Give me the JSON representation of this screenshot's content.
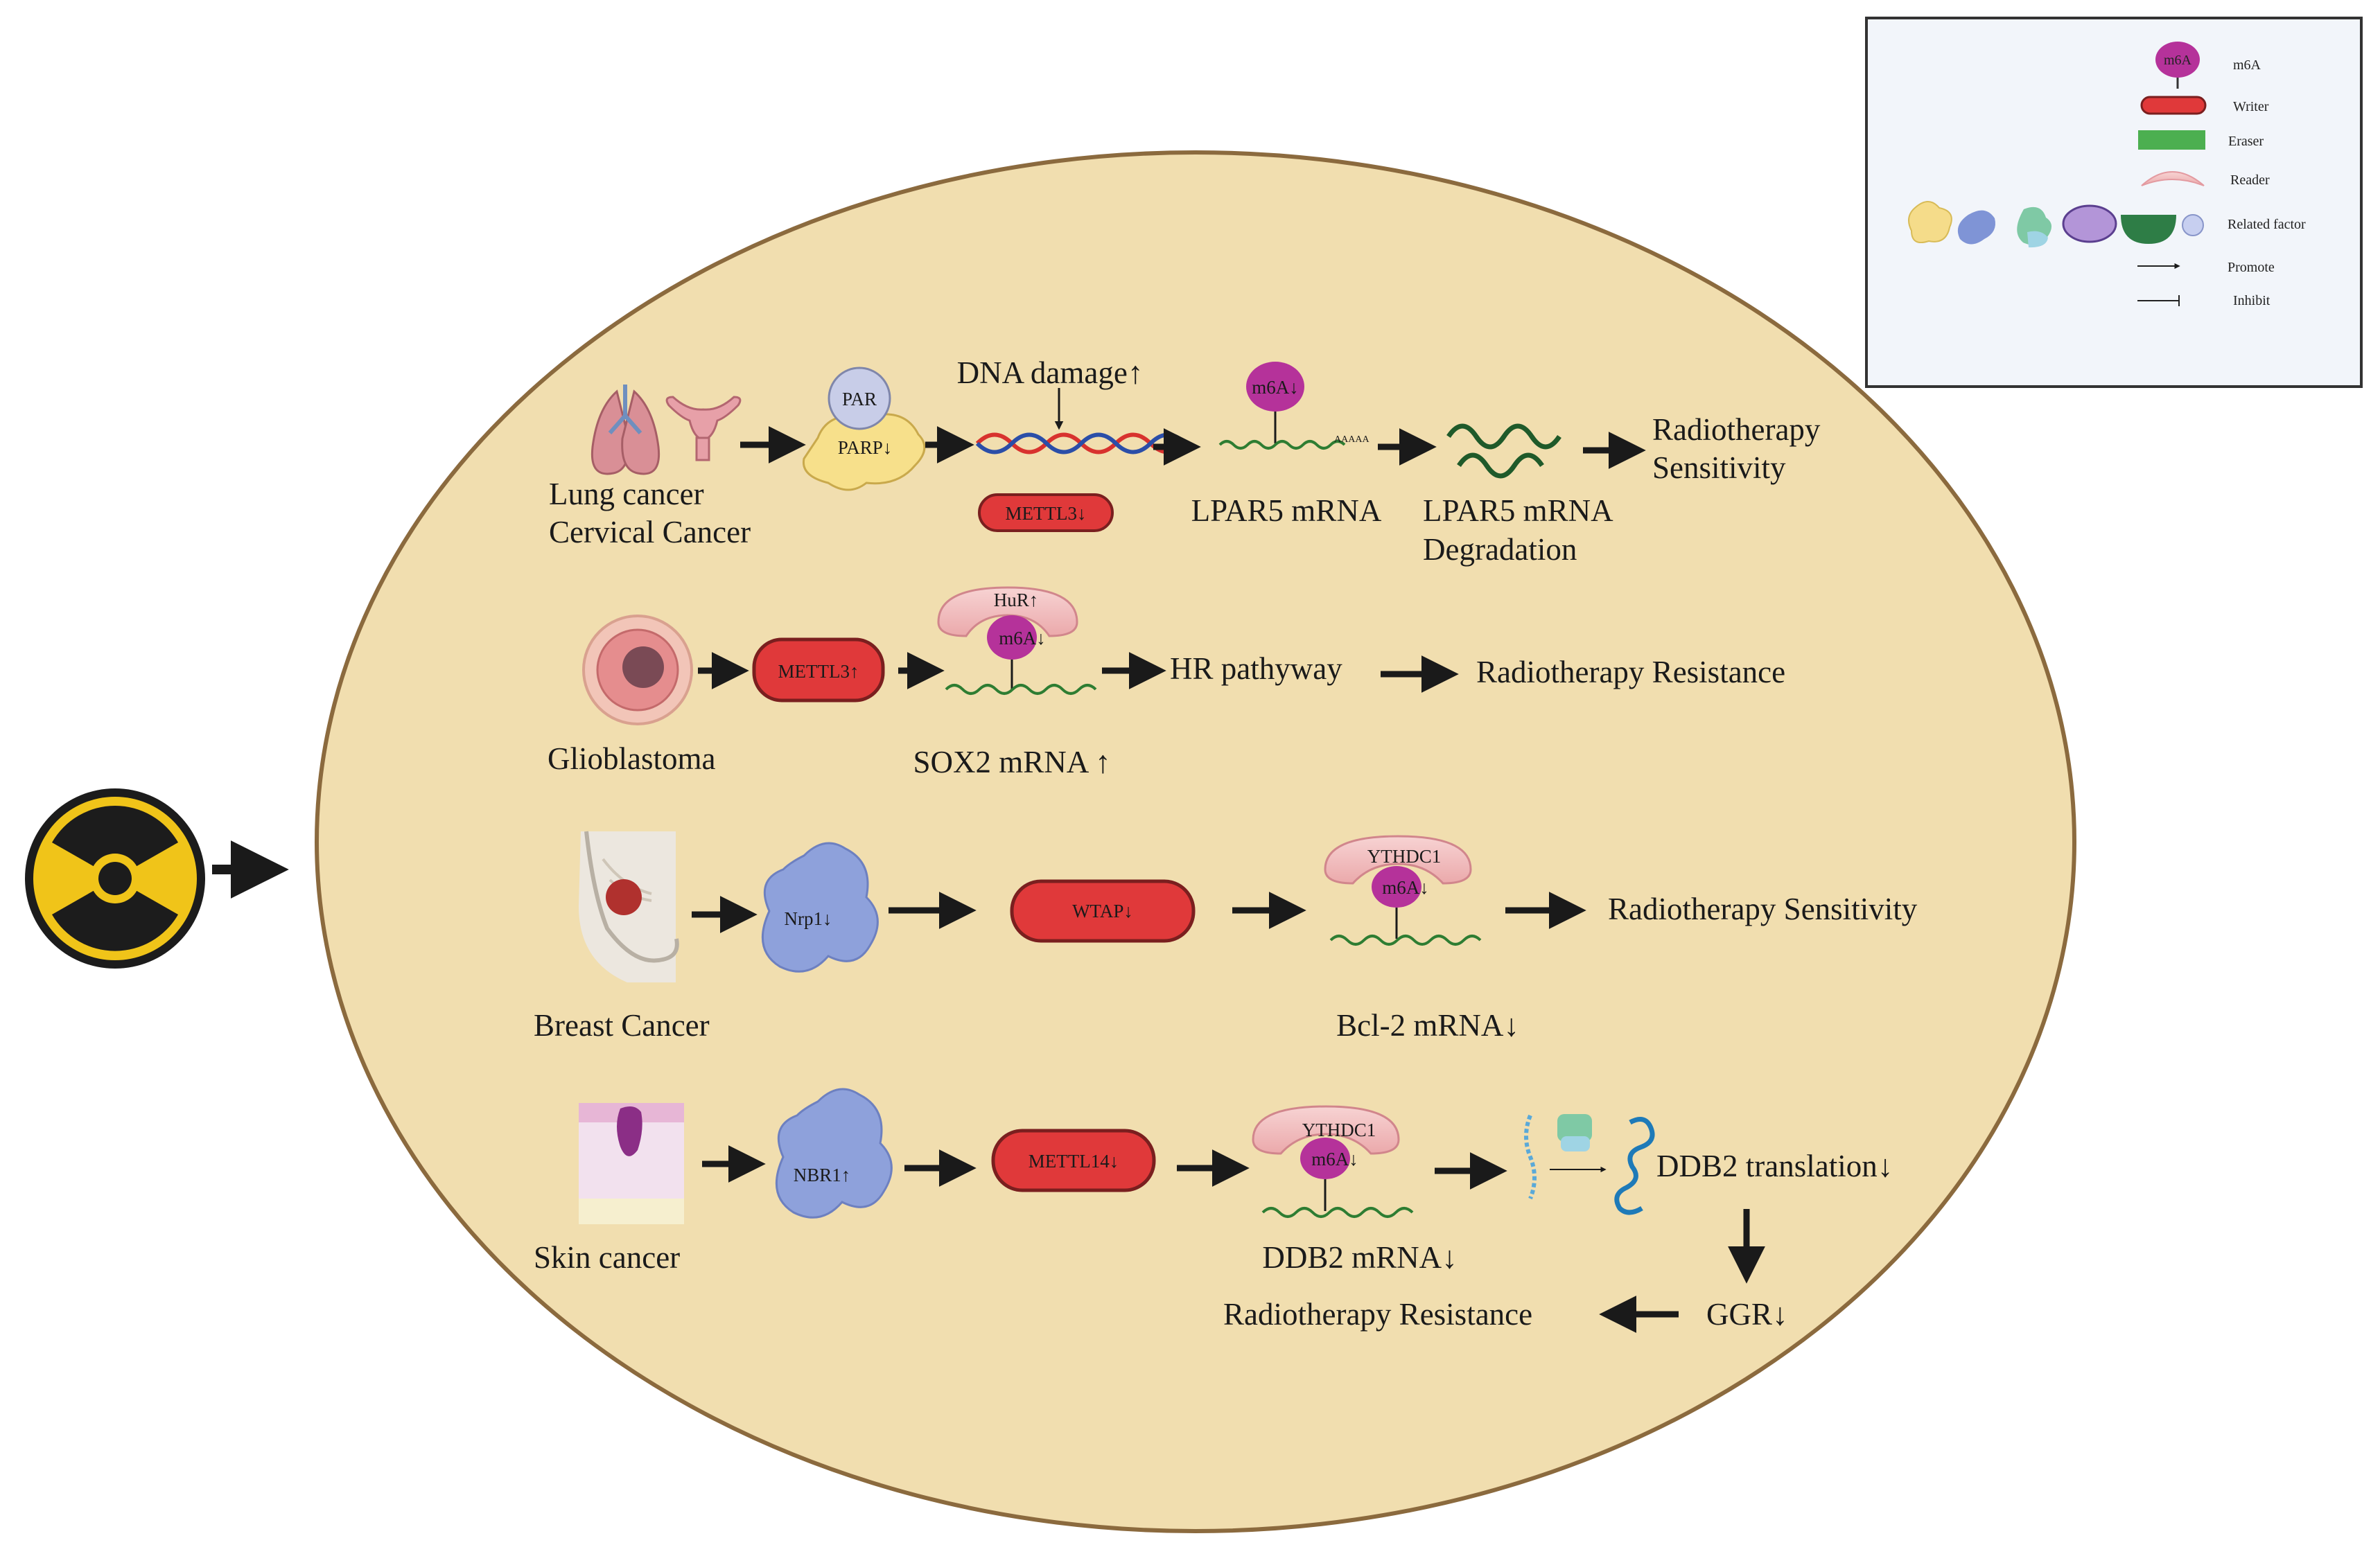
{
  "legend": {
    "items": [
      {
        "key": "m6a",
        "label": "m6A",
        "symbol_text": "m6A"
      },
      {
        "key": "writer",
        "label": "Writer"
      },
      {
        "key": "eraser",
        "label": "Eraser"
      },
      {
        "key": "reader",
        "label": "Reader"
      },
      {
        "key": "related",
        "label": "Related factor"
      },
      {
        "key": "promote",
        "label": "Promote"
      },
      {
        "key": "inhibit",
        "label": "Inhibit"
      }
    ]
  },
  "colors": {
    "cell_fill": "#f1deaf",
    "cell_border": "#8b6a3e",
    "writer": "#e0393a",
    "eraser": "#4caf50",
    "reader": "#f3c4c4",
    "m6a": "#b5329a",
    "mrna": "#2e7d32",
    "related_blue": "#8ea1db",
    "radiation": "#f0c419"
  },
  "row1": {
    "cancer_line1": "Lung cancer",
    "cancer_line2": "Cervical Cancer",
    "par": "PAR",
    "parp": "PARP↓",
    "dna_damage": "DNA damage↑",
    "writer": "METTL3↓",
    "m6a": "m6A↓",
    "poly_a": "AAAAA",
    "mrna": "LPAR5 mRNA",
    "degradation_line1": "LPAR5 mRNA",
    "degradation_line2": "Degradation",
    "outcome_line1": "Radiotherapy",
    "outcome_line2": "Sensitivity"
  },
  "row2": {
    "cancer": "Glioblastoma",
    "writer": "METTL3↑",
    "reader": "HuR↑",
    "m6a": "m6A↓",
    "mrna": "SOX2 mRNA ↑",
    "pathway": "HR pathyway",
    "outcome": "Radiotherapy Resistance"
  },
  "row3": {
    "cancer": "Breast Cancer",
    "factor": "Nrp1↓",
    "writer": "WTAP↓",
    "reader": "YTHDC1",
    "m6a": "m6A↓",
    "mrna": "Bcl-2 mRNA↓",
    "outcome": "Radiotherapy Sensitivity"
  },
  "row4": {
    "cancer": "Skin cancer",
    "factor": "NBR1↑",
    "writer": "METTL14↓",
    "reader": "YTHDC1",
    "m6a": "m6A↓",
    "mrna": "DDB2 mRNA↓",
    "translation": "DDB2 translation↓",
    "ggr": "GGR↓",
    "outcome": "Radiotherapy Resistance"
  }
}
